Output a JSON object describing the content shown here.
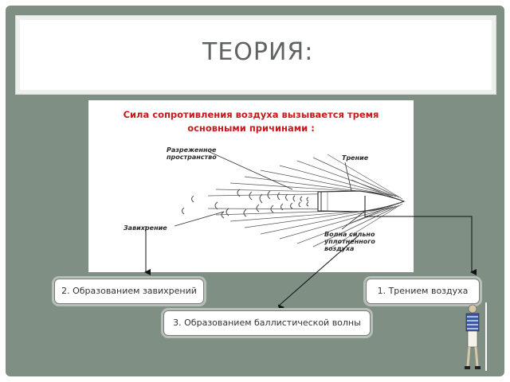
{
  "slide": {
    "title": "ТЕОРИЯ:"
  },
  "diagram": {
    "heading_line1": "Сила сопротивления воздуха вызывается тремя",
    "heading_line2": "основными причинами :",
    "labels": {
      "rarefied_line1": "Разреженное",
      "rarefied_line2": "пространство",
      "friction": "Трение",
      "vortex": "Завихрение",
      "wave_line1": "Волна сильно",
      "wave_line2": "уплотненного",
      "wave_line3": "воздуха"
    }
  },
  "boxes": {
    "vortex": "2. Образованием завихрений",
    "friction": "1. Трением воздуха",
    "ballistic": "3. Образованием баллистической волны"
  },
  "colors": {
    "slide_bg": "#7f8f84",
    "heading_red": "#c8191c"
  }
}
